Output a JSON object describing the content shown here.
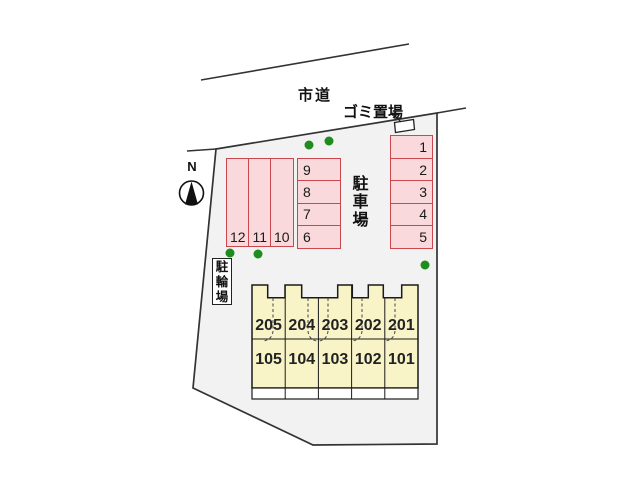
{
  "labels": {
    "road": "市道",
    "garbage_area": "ゴミ置場",
    "parking_lot": "駐車場",
    "bicycle_parking": "駐輪場",
    "compass_north": "N"
  },
  "parking": {
    "right_column_spaces": [
      "1",
      "2",
      "3",
      "4",
      "5"
    ],
    "middle_column_spaces": [
      "9",
      "8",
      "7",
      "6"
    ],
    "left_block_spaces": [
      "12",
      "11",
      "10"
    ]
  },
  "building": {
    "second_floor_units": [
      "205",
      "204",
      "203",
      "202",
      "201"
    ],
    "first_floor_units": [
      "105",
      "104",
      "103",
      "102",
      "101"
    ]
  },
  "colors": {
    "site_fill": "#F2F2F2",
    "boundary_line": "#333333",
    "parking_fill": "#FAD9DC",
    "parking_border": "#C9474D",
    "building_fill": "#F8F4C8",
    "building_line": "#1a1a1a",
    "tree_green": "#1F8C1F",
    "text": "#111111"
  }
}
